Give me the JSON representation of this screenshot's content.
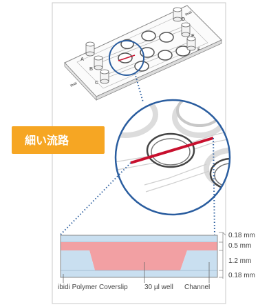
{
  "slide": {
    "letters": [
      "A",
      "B",
      "C",
      "D",
      "E",
      "F"
    ],
    "brand_top": "ibidi",
    "brand_bottom": "ibidi"
  },
  "callout": {
    "label": "細い流路",
    "bg_color": "#f6a623",
    "text_color": "#ffffff"
  },
  "cross_section": {
    "dimensions": [
      "0.18 mm",
      "0.5 mm",
      "1.2 mm",
      "0.18 mm"
    ],
    "captions": [
      "ibidi Polymer Coverslip",
      "30 µl well",
      "Channel"
    ]
  },
  "colors": {
    "frame_border": "#c8c8c8",
    "zoom_ring": "#2a5d9f",
    "dotted_connector": "#2a5d9f",
    "channel_red": "#c8102e",
    "well_fill": "#f2a0a3",
    "coverslip_blue": "#c9dff0"
  }
}
